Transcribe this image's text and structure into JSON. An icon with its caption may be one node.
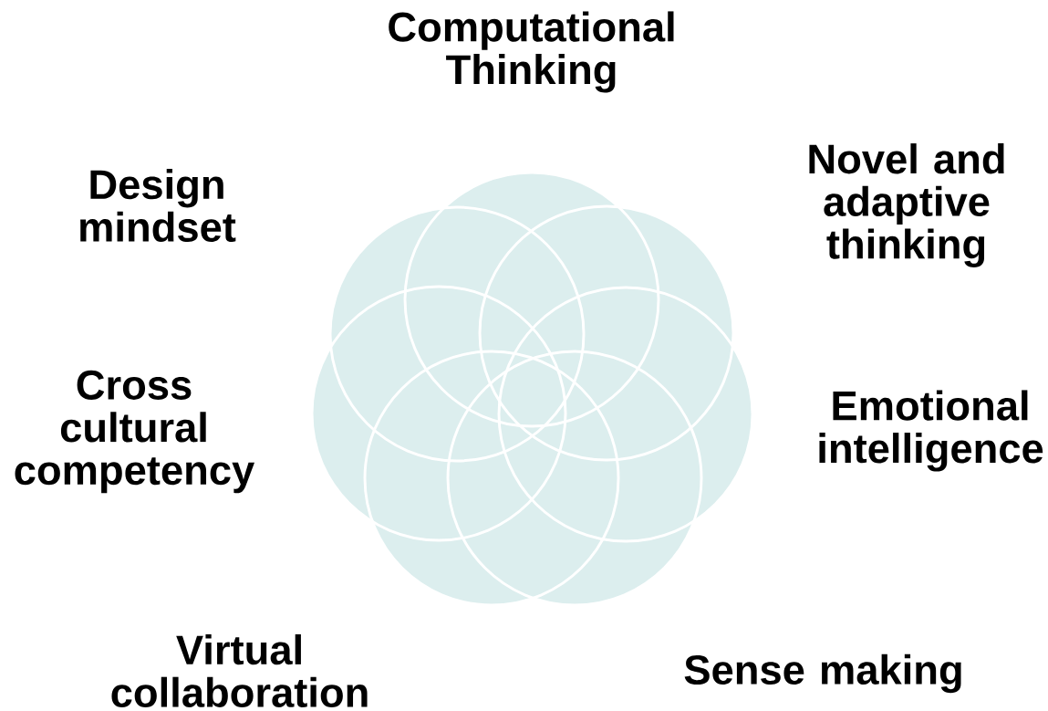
{
  "diagram": {
    "nodes": [
      {
        "text": [
          "Computational Thinking"
        ]
      },
      {
        "text": [
          "Novel and adaptive thinking"
        ]
      },
      {
        "text": [
          "Emotional intelligence"
        ]
      },
      {
        "text": [
          "Sense making"
        ]
      },
      {
        "text": [
          "Virtual collaboration"
        ]
      },
      {
        "text": [
          "Cross cultural competency"
        ]
      },
      {
        "text": [
          "Design mindset"
        ]
      }
    ]
  }
}
